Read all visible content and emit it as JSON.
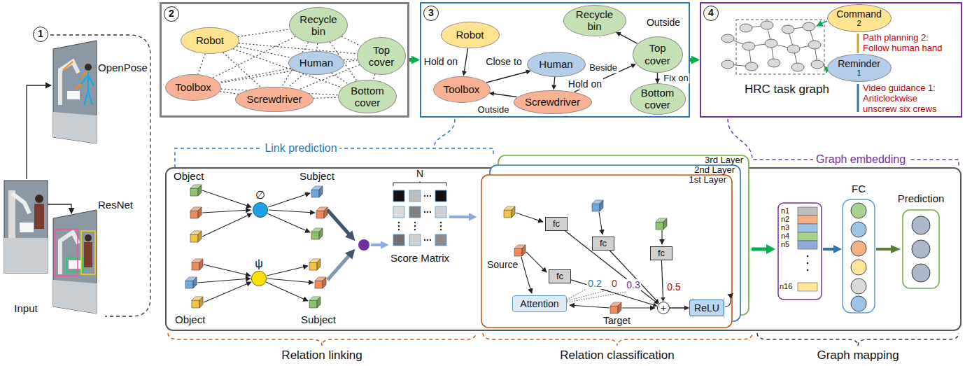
{
  "diagram": {
    "nodes": [
      {
        "text": [
          "2"
        ]
      },
      {
        "text": [
          "Robot"
        ],
        "in": 0
      },
      {
        "text": [
          "Recycle bin"
        ],
        "in": 0
      },
      {
        "text": [
          "Human"
        ],
        "in": 0
      },
      {
        "text": [
          "Top cover"
        ],
        "in": 0
      },
      {
        "text": [
          "Toolbox"
        ],
        "in": 0
      },
      {
        "text": [
          "Screwdriver"
        ],
        "in": 0
      },
      {
        "text": [
          "Bottom cover"
        ],
        "in": 0
      },
      {
        "text": [
          "3"
        ]
      },
      {
        "text": [
          "Robot"
        ],
        "in": 8
      },
      {
        "text": [
          "Recycle bin"
        ],
        "in": 8
      },
      {
        "text": [
          "Human"
        ],
        "in": 8
      },
      {
        "text": [
          "Top cover"
        ],
        "in": 8
      },
      {
        "text": [
          "Toolbox"
        ],
        "in": 8
      },
      {
        "text": [
          "Screwdriver"
        ],
        "in": 8
      },
      {
        "text": [
          "Bottom cover"
        ],
        "in": 8
      },
      {
        "text": [
          "4"
        ]
      },
      {
        "text": [
          "Command",
          "2"
        ],
        "in": 16
      },
      {
        "text": [
          "Reminder",
          "1"
        ],
        "in": 16
      },
      {
        "text": [
          "∅"
        ]
      },
      {
        "text": [
          "ψ"
        ]
      },
      {
        "text": [
          "3rd Layer"
        ]
      },
      {
        "text": [
          "2nd Layer"
        ]
      },
      {
        "text": [
          "1st Layer"
        ]
      },
      {
        "text": [
          "fc"
        ],
        "in": 23
      },
      {
        "text": [
          "fc"
        ],
        "in": 23
      },
      {
        "text": [
          "fc"
        ],
        "in": 23
      },
      {
        "text": [
          "fc"
        ],
        "in": 23
      },
      {
        "text": [
          "Attention"
        ],
        "in": 23
      },
      {
        "text": [
          "+"
        ],
        "in": 23
      },
      {
        "text": [
          "ReLU"
        ],
        "in": 23
      }
    ],
    "edges": [
      {
        "from": 1,
        "to": 2,
        "arrow": "none"
      },
      {
        "from": 1,
        "to": 3,
        "arrow": "none"
      },
      {
        "from": 1,
        "to": 4,
        "arrow": "none"
      },
      {
        "from": 1,
        "to": 5,
        "arrow": "none"
      },
      {
        "from": 1,
        "to": 6,
        "arrow": "none"
      },
      {
        "from": 1,
        "to": 7,
        "arrow": "none"
      },
      {
        "from": 2,
        "to": 3,
        "arrow": "none"
      },
      {
        "from": 2,
        "to": 4,
        "arrow": "none"
      },
      {
        "from": 2,
        "to": 5,
        "arrow": "none"
      },
      {
        "from": 2,
        "to": 6,
        "arrow": "none"
      },
      {
        "from": 2,
        "to": 7,
        "arrow": "none"
      },
      {
        "from": 3,
        "to": 4,
        "arrow": "none"
      },
      {
        "from": 3,
        "to": 5,
        "arrow": "none"
      },
      {
        "from": 3,
        "to": 6,
        "arrow": "none"
      },
      {
        "from": 3,
        "to": 7,
        "arrow": "none"
      },
      {
        "from": 4,
        "to": 5,
        "arrow": "none"
      },
      {
        "from": 4,
        "to": 6,
        "arrow": "none"
      },
      {
        "from": 4,
        "to": 7,
        "arrow": "none"
      },
      {
        "from": 5,
        "to": 6,
        "arrow": "none"
      },
      {
        "from": 5,
        "to": 7,
        "arrow": "none"
      },
      {
        "from": 6,
        "to": 7,
        "arrow": "none"
      },
      {
        "from": 0,
        "to": 8,
        "arrow": "to"
      },
      {
        "from": 8,
        "to": 16,
        "arrow": "to"
      },
      {
        "from": 9,
        "to": 13,
        "label": "Hold on",
        "arrow": "to"
      },
      {
        "from": 13,
        "to": 11,
        "label": "Close to",
        "arrow": "to"
      },
      {
        "from": 11,
        "to": 14,
        "label": "Hold on",
        "arrow": "to"
      },
      {
        "from": 14,
        "to": 13,
        "label": "Outside",
        "arrow": "to"
      },
      {
        "from": 14,
        "to": 12,
        "label": "Beside",
        "arrow": "to"
      },
      {
        "from": 12,
        "to": 10,
        "label": "Outside",
        "arrow": "to"
      },
      {
        "from": 12,
        "to": 15,
        "label": "Fix on",
        "arrow": "to"
      },
      {
        "from": 24,
        "to": 29,
        "label": "0",
        "arrow": "to"
      },
      {
        "from": 25,
        "to": 29,
        "label": "0.3",
        "arrow": "to"
      },
      {
        "from": 26,
        "to": 29,
        "label": "0.5",
        "arrow": "to"
      },
      {
        "from": 27,
        "to": 29,
        "label": "0.2",
        "arrow": "to"
      },
      {
        "from": 29,
        "to": 30,
        "arrow": "to"
      }
    ],
    "labels": [
      "1",
      "OpenPose",
      "ResNet",
      "Input",
      "HRC task graph",
      "Path planning 2: Follow human hand",
      "Video guidance 1: Anticlockwise unscrew six crews",
      "Link prediction",
      "Graph embedding",
      "Object",
      "Subject",
      "N",
      "Score Matrix",
      "Object",
      "Subject",
      "Source",
      "Target",
      "n1",
      "n2",
      "n3",
      "n4",
      "n5",
      "n16",
      "FC",
      "Prediction",
      "Relation linking",
      "Relation classification",
      "Graph mapping"
    ]
  }
}
